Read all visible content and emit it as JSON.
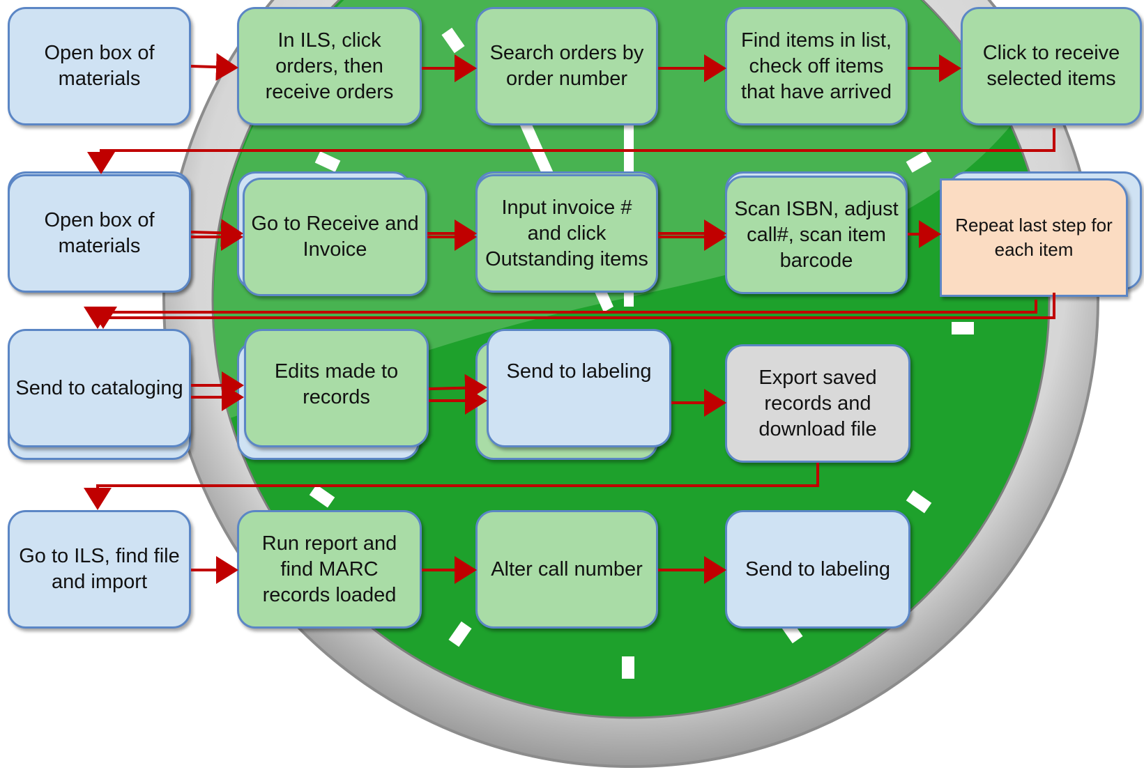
{
  "background": {
    "icon": "clock-icon",
    "clock_face_color": "#1ea12c",
    "clock_face_light": "#57b95e",
    "rim_color": "#d4d4d4",
    "tick_color": "#ffffff",
    "arrow_color": "#c00000"
  },
  "rows": {
    "row1": {
      "open_box": "Open box of materials",
      "in_ils": "In ILS, click orders, then receive orders",
      "search_orders": "Search orders by order number",
      "find_items": "Find items in list, check off items that have arrived",
      "click_receive": "Click to receive selected items"
    },
    "row2": {
      "open_box": "Open box of materials",
      "receive_invoice": "Go to Receive and Invoice",
      "input_invoice": "Input invoice # and click Outstanding items",
      "scan_isbn": "Scan ISBN, adjust call#, scan item barcode",
      "repeat_step": "Repeat last step for each item"
    },
    "row3": {
      "send_cataloging": "Send to cataloging",
      "edits_made": "Edits made to records",
      "send_labeling": "Send to labeling",
      "export_saved": "Export saved records and download file"
    },
    "row4": {
      "go_to_ils": "Go to ILS, find file and import",
      "run_report": "Run report and find MARC records loaded",
      "alter_call": "Alter call number",
      "send_labeling": "Send to labeling"
    }
  }
}
